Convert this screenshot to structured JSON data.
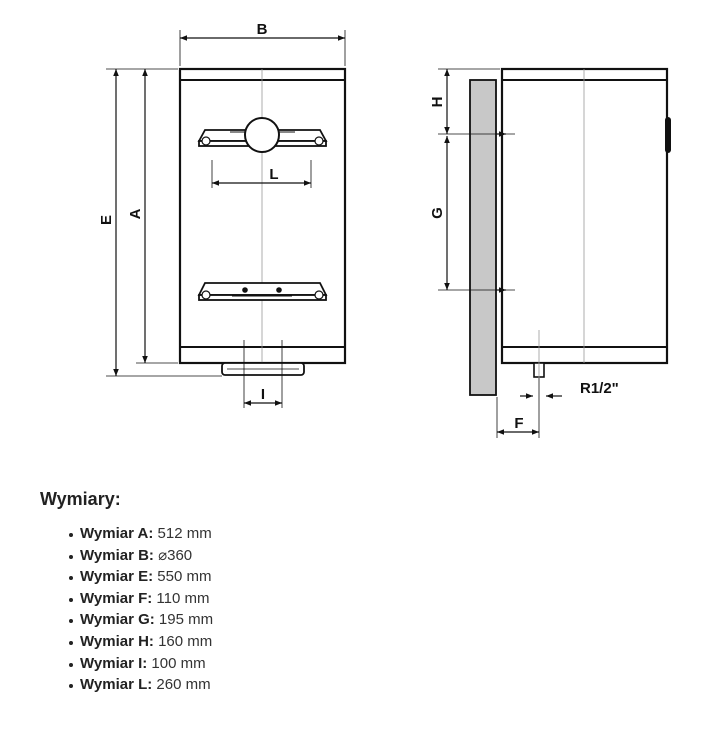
{
  "diagram": {
    "labels": {
      "B": "B",
      "E": "E",
      "A": "A",
      "L": "L",
      "I": "I",
      "H": "H",
      "G": "G",
      "F": "F",
      "R": "R1/2\""
    }
  },
  "dimensions": {
    "heading": "Wymiary:",
    "items": [
      {
        "label": "Wymiar A:",
        "value": "512 mm"
      },
      {
        "label": "Wymiar B:",
        "value": "⌀360"
      },
      {
        "label": "Wymiar E:",
        "value": "550 mm"
      },
      {
        "label": "Wymiar F:",
        "value": "110 mm"
      },
      {
        "label": "Wymiar G:",
        "value": "195 mm"
      },
      {
        "label": "Wymiar H:",
        "value": "160 mm"
      },
      {
        "label": "Wymiar I:",
        "value": "100 mm"
      },
      {
        "label": "Wymiar L:",
        "value": "260 mm"
      }
    ]
  }
}
